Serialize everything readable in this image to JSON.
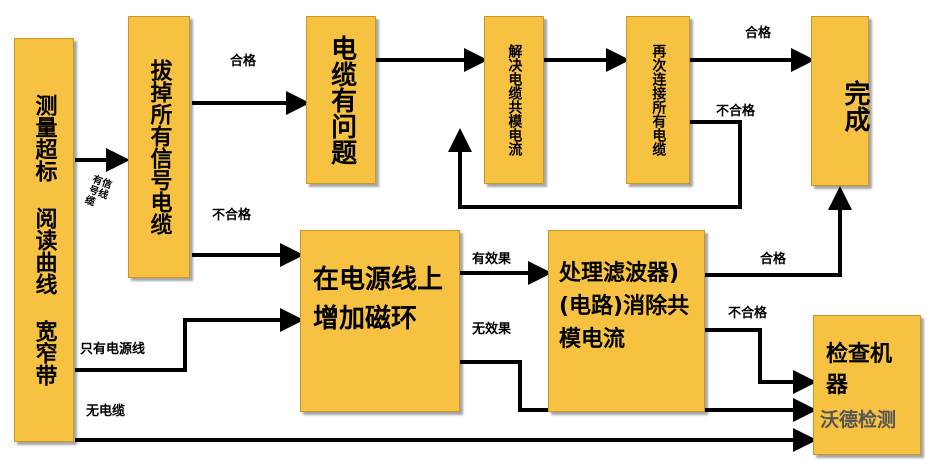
{
  "boxes": {
    "measure": "测量超标 阅读曲线 宽窄带",
    "unplug": "拔掉所有信号电缆",
    "cable_problem": "电缆有问题",
    "common_mode": "解决电缆共模电流",
    "reconnect": "再次连接所有电缆",
    "done": "完成",
    "ferrite": "在电源线上增加磁环",
    "filter": "处理滤波器)(电路)消除共模电流",
    "check_machine": "检查机器"
  },
  "labels": {
    "pass1": "合格",
    "has_signal": "有信号线缆",
    "fail1": "不合格",
    "pass2": "合格",
    "fail2": "不合格",
    "effective": "有效果",
    "ineffective": "无效果",
    "pass3": "合格",
    "fail3": "不合格",
    "power_only": "只有电源线",
    "no_cable": "无电缆"
  },
  "watermark": "沃德检测",
  "colors": {
    "box_fill": "#f7c242",
    "arrow": "#000000"
  }
}
